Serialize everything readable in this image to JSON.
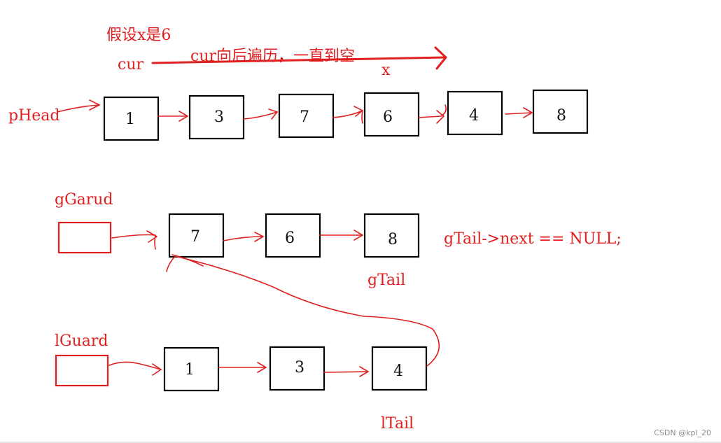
{
  "notes": {
    "assumption": "假设x是6",
    "cur_label": "cur",
    "traverse": "cur向后遍历，一直到空",
    "x_label": "x",
    "phead": "pHead",
    "g_guard": "gGarud",
    "g_tail": "gTail",
    "g_tail_rule": "gTail->next == NULL;",
    "l_guard": "lGuard",
    "l_tail": "lTail"
  },
  "lists": {
    "original": [
      "1",
      "3",
      "7",
      "6",
      "4",
      "8"
    ],
    "greater": [
      "7",
      "6",
      "8"
    ],
    "less": [
      "1",
      "3",
      "4"
    ]
  },
  "watermark": "CSDN @kpl_20",
  "colors": {
    "annotation": "#e02020",
    "node_border": "#000000",
    "background": "#ffffff"
  }
}
